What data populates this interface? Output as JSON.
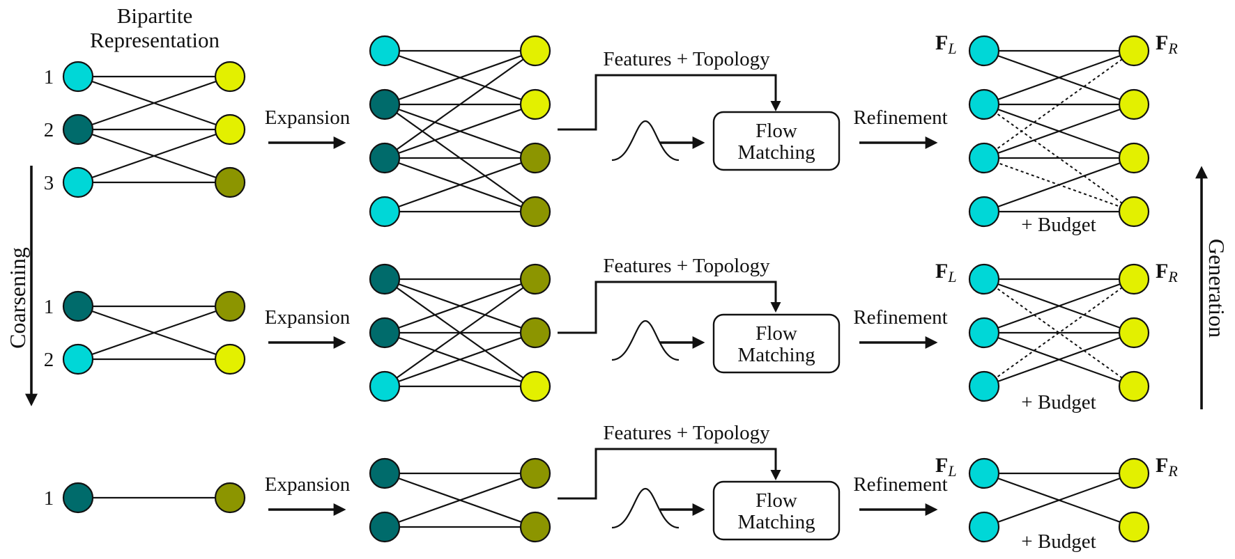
{
  "colors": {
    "cyan": "#00d7d7",
    "dark_teal": "#006b6b",
    "yellow": "#e3f000",
    "olive": "#8c9500",
    "ink": "#111111"
  },
  "labels": {
    "bipartite_title_1": "Bipartite",
    "bipartite_title_2": "Representation",
    "coarsening": "Coarsening",
    "generation": "Generation",
    "expansion": "Expansion",
    "features_topology": "Features + Topology",
    "flow": "Flow",
    "matching": "Matching",
    "refinement": "Refinement",
    "budget": "+ Budget",
    "f_bold": "F",
    "sub_l": "L",
    "sub_r": "R"
  },
  "levels": [
    {
      "coarse": {
        "left": [
          {
            "id": "1",
            "color": "cyan"
          },
          {
            "id": "2",
            "color": "dark_teal"
          },
          {
            "id": "3",
            "color": "cyan"
          }
        ],
        "right": [
          "yellow",
          "yellow",
          "olive"
        ],
        "edges": [
          [
            0,
            0
          ],
          [
            0,
            1
          ],
          [
            1,
            0
          ],
          [
            1,
            1
          ],
          [
            1,
            2
          ],
          [
            2,
            1
          ],
          [
            2,
            2
          ]
        ]
      },
      "expanded": {
        "left": [
          "cyan",
          "dark_teal",
          "dark_teal",
          "cyan"
        ],
        "right": [
          "yellow",
          "yellow",
          "olive",
          "olive"
        ],
        "edges": [
          [
            0,
            0
          ],
          [
            0,
            1
          ],
          [
            1,
            0
          ],
          [
            1,
            1
          ],
          [
            1,
            2
          ],
          [
            1,
            3
          ],
          [
            2,
            0
          ],
          [
            2,
            1
          ],
          [
            2,
            2
          ],
          [
            2,
            3
          ],
          [
            3,
            2
          ],
          [
            3,
            3
          ]
        ]
      },
      "refined": {
        "left": [
          "cyan",
          "cyan",
          "cyan",
          "cyan"
        ],
        "right": [
          "yellow",
          "yellow",
          "yellow",
          "yellow"
        ],
        "edges": [
          [
            0,
            0
          ],
          [
            0,
            1
          ],
          [
            1,
            0
          ],
          [
            1,
            1
          ],
          [
            1,
            2
          ],
          [
            2,
            1
          ],
          [
            2,
            2
          ],
          [
            3,
            2
          ],
          [
            3,
            3
          ]
        ],
        "dashed": [
          [
            1,
            3
          ],
          [
            2,
            0
          ],
          [
            2,
            3
          ],
          [
            2,
            2
          ]
        ]
      }
    },
    {
      "coarse": {
        "left": [
          {
            "id": "1",
            "color": "dark_teal"
          },
          {
            "id": "2",
            "color": "cyan"
          }
        ],
        "right": [
          "olive",
          "yellow"
        ],
        "edges": [
          [
            0,
            0
          ],
          [
            0,
            1
          ],
          [
            1,
            0
          ],
          [
            1,
            1
          ]
        ]
      },
      "expanded": {
        "left": [
          "dark_teal",
          "dark_teal",
          "cyan"
        ],
        "right": [
          "olive",
          "olive",
          "yellow"
        ],
        "edges": [
          [
            0,
            0
          ],
          [
            0,
            1
          ],
          [
            0,
            2
          ],
          [
            1,
            0
          ],
          [
            1,
            1
          ],
          [
            1,
            2
          ],
          [
            2,
            0
          ],
          [
            2,
            1
          ],
          [
            2,
            2
          ]
        ]
      },
      "refined": {
        "left": [
          "cyan",
          "cyan",
          "cyan"
        ],
        "right": [
          "yellow",
          "yellow",
          "yellow"
        ],
        "edges": [
          [
            0,
            0
          ],
          [
            0,
            1
          ],
          [
            1,
            0
          ],
          [
            1,
            1
          ],
          [
            1,
            2
          ],
          [
            2,
            1
          ]
        ],
        "dashed": [
          [
            0,
            2
          ],
          [
            2,
            0
          ]
        ]
      }
    },
    {
      "coarse": {
        "left": [
          {
            "id": "1",
            "color": "dark_teal"
          }
        ],
        "right": [
          "olive"
        ],
        "edges": [
          [
            0,
            0
          ]
        ]
      },
      "expanded": {
        "left": [
          "dark_teal",
          "dark_teal"
        ],
        "right": [
          "olive",
          "olive"
        ],
        "edges": [
          [
            0,
            0
          ],
          [
            0,
            1
          ],
          [
            1,
            0
          ],
          [
            1,
            1
          ]
        ]
      },
      "refined": {
        "left": [
          "cyan",
          "cyan"
        ],
        "right": [
          "yellow",
          "yellow"
        ],
        "edges": [
          [
            0,
            0
          ],
          [
            0,
            1
          ],
          [
            1,
            0
          ]
        ],
        "dashed": []
      }
    }
  ]
}
